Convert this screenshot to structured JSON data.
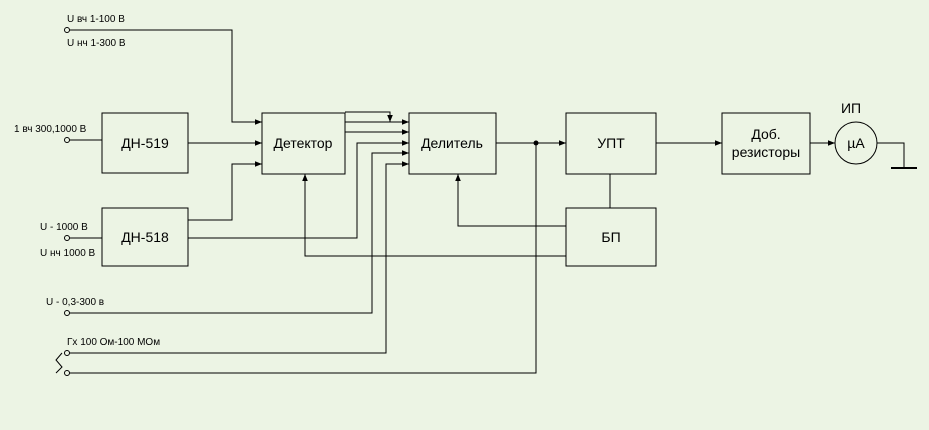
{
  "inputs": {
    "u_hf_1_100": "U вч 1-100 В",
    "u_lf_1_300": "U нч 1-300 В",
    "hf_300_1000": "1 вч 300,1000 В",
    "u_1000": "U - 1000 В",
    "u_lf_1000": "U нч 1000 В",
    "u_03_300": "U - 0,3-300 в",
    "rx": "Гх 100 Ом-100 МОм"
  },
  "blocks": {
    "dn519": "ДН-519",
    "dn518": "ДН-518",
    "detector": "Детектор",
    "divider": "Делитель",
    "upt": "УПТ",
    "bp": "БП",
    "resistors_line1": "Доб.",
    "resistors_line2": "резисторы",
    "meter_unit": "µA",
    "meter_label": "ИП"
  }
}
